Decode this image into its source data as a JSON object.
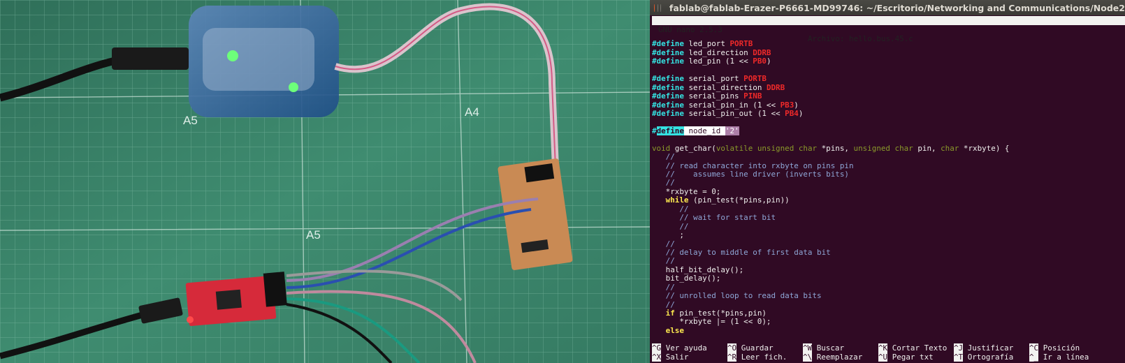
{
  "photo": {
    "mat_labels": [
      "A5",
      "A4",
      "A5"
    ]
  },
  "window": {
    "title": "fablab@fablab-Erazer-P6661-MD99746: ~/Escritorio/Networking and Communications/Node2"
  },
  "nano": {
    "version": "GNU nano 2.5.3",
    "file": "Archivo: hello.bus.45.c"
  },
  "code_lines": [
    [],
    [
      {
        "t": "#define",
        "c": "kw-def"
      },
      {
        "t": " led_port ",
        "c": "plain"
      },
      {
        "t": "PORTB",
        "c": "const"
      }
    ],
    [
      {
        "t": "#define",
        "c": "kw-def"
      },
      {
        "t": " led_direction ",
        "c": "plain"
      },
      {
        "t": "DDRB",
        "c": "const"
      }
    ],
    [
      {
        "t": "#define",
        "c": "kw-def"
      },
      {
        "t": " led_pin (1 << ",
        "c": "plain"
      },
      {
        "t": "PB0",
        "c": "const"
      },
      {
        "t": ")",
        "c": "plain"
      }
    ],
    [],
    [
      {
        "t": "#define",
        "c": "kw-def"
      },
      {
        "t": " serial_port ",
        "c": "plain"
      },
      {
        "t": "PORTB",
        "c": "const"
      }
    ],
    [
      {
        "t": "#define",
        "c": "kw-def"
      },
      {
        "t": " serial_direction ",
        "c": "plain"
      },
      {
        "t": "DDRB",
        "c": "const"
      }
    ],
    [
      {
        "t": "#define",
        "c": "kw-def"
      },
      {
        "t": " serial_pins ",
        "c": "plain"
      },
      {
        "t": "PINB",
        "c": "const"
      }
    ],
    [
      {
        "t": "#define",
        "c": "kw-def"
      },
      {
        "t": " serial_pin_in (1 << ",
        "c": "plain"
      },
      {
        "t": "PB3",
        "c": "const"
      },
      {
        "t": ")",
        "c": "plain"
      }
    ],
    [
      {
        "t": "#define",
        "c": "kw-def"
      },
      {
        "t": " serial_pin_out (1 << ",
        "c": "plain"
      },
      {
        "t": "PB4",
        "c": "const"
      },
      {
        "t": ")",
        "c": "plain"
      }
    ],
    [],
    [
      {
        "t": "#",
        "c": "kw-def"
      },
      {
        "t": "define",
        "c": "hl-def"
      },
      {
        "t": " node_id ",
        "c": "hl-txt"
      },
      {
        "t": "'2'",
        "c": "hl-str"
      }
    ],
    [],
    [
      {
        "t": "void",
        "c": "type"
      },
      {
        "t": " get_char(",
        "c": "plain"
      },
      {
        "t": "volatile unsigned char",
        "c": "type"
      },
      {
        "t": " *pins, ",
        "c": "plain"
      },
      {
        "t": "unsigned char",
        "c": "type"
      },
      {
        "t": " pin, ",
        "c": "plain"
      },
      {
        "t": "char",
        "c": "type"
      },
      {
        "t": " *rxbyte) {",
        "c": "plain"
      }
    ],
    [
      {
        "t": "   //",
        "c": "cmt"
      }
    ],
    [
      {
        "t": "   // read character into rxbyte on pins pin",
        "c": "cmt"
      }
    ],
    [
      {
        "t": "   //    assumes line driver (inverts bits)",
        "c": "cmt"
      }
    ],
    [
      {
        "t": "   //",
        "c": "cmt"
      }
    ],
    [
      {
        "t": "   *rxbyte = 0;",
        "c": "plain"
      }
    ],
    [
      {
        "t": "   ",
        "c": "plain"
      },
      {
        "t": "while",
        "c": "ctrl"
      },
      {
        "t": " (pin_test(*pins,pin))",
        "c": "plain"
      }
    ],
    [
      {
        "t": "      //",
        "c": "cmt"
      }
    ],
    [
      {
        "t": "      // wait for start bit",
        "c": "cmt"
      }
    ],
    [
      {
        "t": "      //",
        "c": "cmt"
      }
    ],
    [
      {
        "t": "      ;",
        "c": "plain"
      }
    ],
    [
      {
        "t": "   //",
        "c": "cmt"
      }
    ],
    [
      {
        "t": "   // delay to middle of first data bit",
        "c": "cmt"
      }
    ],
    [
      {
        "t": "   //",
        "c": "cmt"
      }
    ],
    [
      {
        "t": "   half_bit_delay();",
        "c": "plain"
      }
    ],
    [
      {
        "t": "   bit_delay();",
        "c": "plain"
      }
    ],
    [
      {
        "t": "   //",
        "c": "cmt"
      }
    ],
    [
      {
        "t": "   // unrolled loop to read data bits",
        "c": "cmt"
      }
    ],
    [
      {
        "t": "   //",
        "c": "cmt"
      }
    ],
    [
      {
        "t": "   ",
        "c": "plain"
      },
      {
        "t": "if",
        "c": "ctrl"
      },
      {
        "t": " pin_test(*pins,pin)",
        "c": "plain"
      }
    ],
    [
      {
        "t": "      *rxbyte |= (1 << 0);",
        "c": "plain"
      }
    ],
    [
      {
        "t": "   ",
        "c": "plain"
      },
      {
        "t": "else",
        "c": "ctrl"
      }
    ]
  ],
  "shortcuts": [
    [
      {
        "key": "^G",
        "label": "Ver ayuda"
      },
      {
        "key": "^O",
        "label": "Guardar"
      },
      {
        "key": "^W",
        "label": "Buscar"
      },
      {
        "key": "^K",
        "label": "Cortar Texto"
      },
      {
        "key": "^J",
        "label": "Justificar"
      },
      {
        "key": "^C",
        "label": "Posición"
      }
    ],
    [
      {
        "key": "^X",
        "label": "Salir"
      },
      {
        "key": "^R",
        "label": "Leer fich."
      },
      {
        "key": "^\\",
        "label": "Reemplazar"
      },
      {
        "key": "^U",
        "label": "Pegar txt"
      },
      {
        "key": "^T",
        "label": "Ortografía"
      },
      {
        "key": "^_",
        "label": "Ir a línea"
      }
    ]
  ],
  "colors": {
    "terminal_bg": "#300a24",
    "define": "#34e2e2",
    "constant": "#ef2929",
    "comment": "#8ea6d6",
    "control": "#fce94f",
    "mat": "#3f8c70"
  }
}
